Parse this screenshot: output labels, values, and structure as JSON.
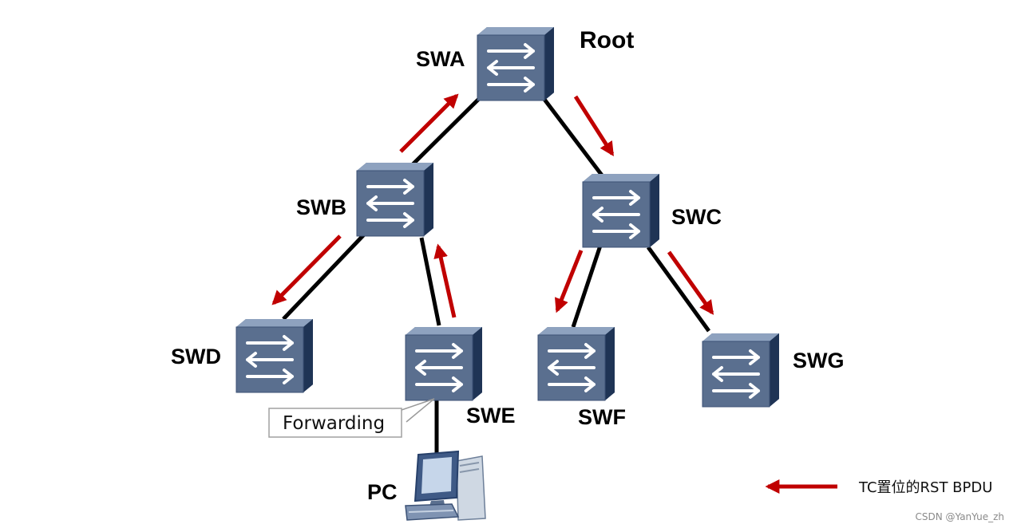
{
  "nodes": {
    "swa": {
      "label": "SWA"
    },
    "root": {
      "label": "Root"
    },
    "swb": {
      "label": "SWB"
    },
    "swc": {
      "label": "SWC"
    },
    "swd": {
      "label": "SWD"
    },
    "swe": {
      "label": "SWE"
    },
    "swf": {
      "label": "SWF"
    },
    "swg": {
      "label": "SWG"
    },
    "pc": {
      "label": "PC"
    }
  },
  "callout": {
    "text": "Forwarding"
  },
  "legend": {
    "label": "TC置位的RST BPDU"
  },
  "watermark": "CSDN @YanYue_zh",
  "colors": {
    "link": "#000000",
    "arrow": "#c00000",
    "switch_front": "#5a6f8f",
    "switch_top": "#8ea2bf",
    "switch_side": "#2e4468"
  },
  "icons": {
    "switch": "switch-icon",
    "pc": "pc-icon"
  }
}
